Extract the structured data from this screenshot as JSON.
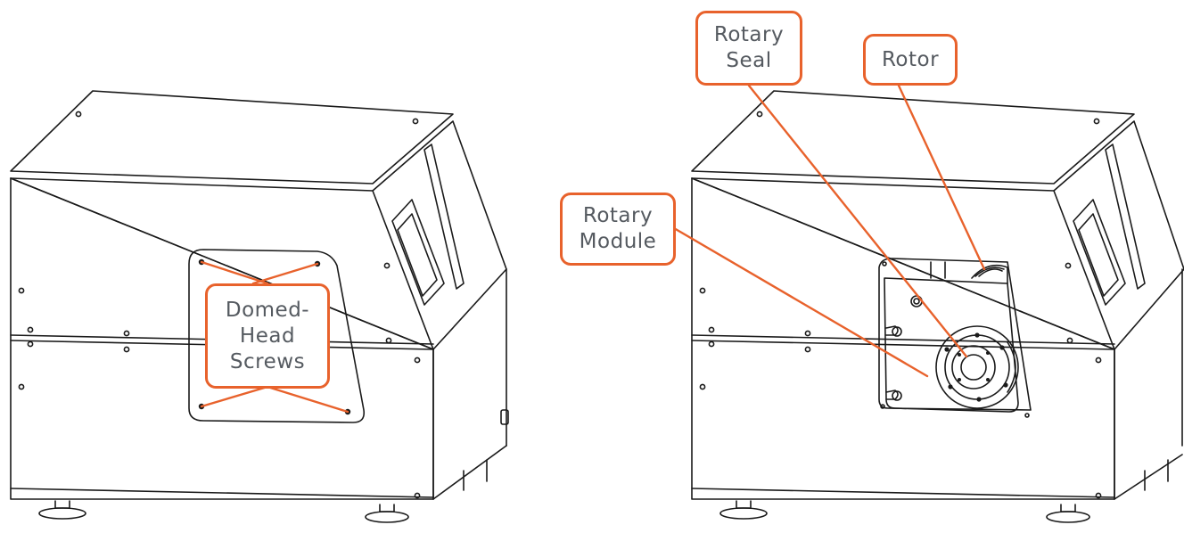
{
  "colors": {
    "callout_accent": "#e8622c",
    "callout_text": "#555a60",
    "line_art": "#1a1a1a",
    "background": "#ffffff"
  },
  "callouts": {
    "domed_head_screws": [
      "Domed-",
      "Head",
      "Screws"
    ],
    "rotary_seal": [
      "Rotary",
      "Seal"
    ],
    "rotor": [
      "Rotor"
    ],
    "rotary_module": [
      "Rotary",
      "Module"
    ]
  }
}
